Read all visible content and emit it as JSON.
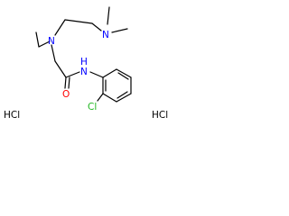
{
  "molecule": {
    "atoms": {
      "amine_n": "N",
      "dimethyl_n": "N",
      "amide_n": "N",
      "amide_h": "H",
      "carbonyl_o": "O",
      "chloro": "Cl"
    },
    "salts": {
      "left": "HCl",
      "right": "HCl"
    },
    "colors": {
      "nitrogen": "#0000ff",
      "oxygen": "#ff0000",
      "chlorine": "#1fb51f",
      "carbon": "#000000"
    }
  }
}
